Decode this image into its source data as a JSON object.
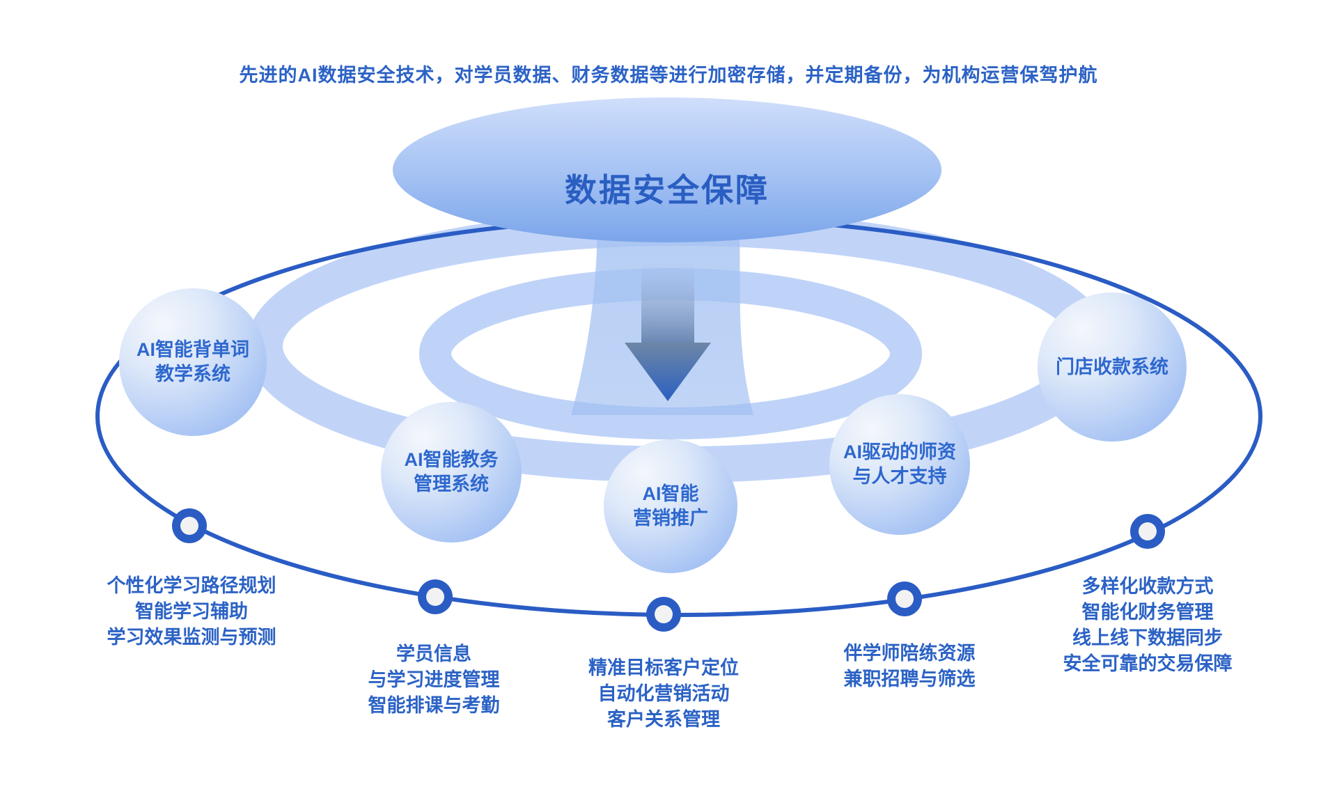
{
  "page": {
    "subtitle": "先进的AI数据安全技术，对学员数据、财务数据等进行加密存储，并定期备份，为机构运营保驾护航",
    "center_title": "数据安全保障"
  },
  "colors": {
    "text_blue": "#2b62c5",
    "orbit": "#2a5cc4",
    "marker_inner": "#f2f2f2",
    "ring_light": "#bed2f8",
    "hub_top": "#cfdefb",
    "hub_bottom": "#7ba5ea",
    "arrow_tip": "#2b5fc0"
  },
  "nodes": [
    {
      "id": "vocab-teaching",
      "label_lines": [
        "AI智能背单词",
        "教学系统"
      ],
      "features": [
        "个性化学习路径规划",
        "智能学习辅助",
        "学习效果监测与预测"
      ]
    },
    {
      "id": "academic-admin",
      "label_lines": [
        "AI智能教务",
        "管理系统"
      ],
      "features": [
        "学员信息",
        "与学习进度管理",
        "智能排课与考勤"
      ]
    },
    {
      "id": "marketing",
      "label_lines": [
        "AI智能",
        "营销推广"
      ],
      "features": [
        "精准目标客户定位",
        "自动化营销活动",
        "客户关系管理"
      ]
    },
    {
      "id": "teacher-talent",
      "label_lines": [
        "AI驱动的师资",
        "与人才支持"
      ],
      "features": [
        "伴学师陪练资源",
        "兼职招聘与筛选"
      ]
    },
    {
      "id": "store-payment",
      "label_lines": [
        "门店收款系统"
      ],
      "features": [
        "多样化收款方式",
        "智能化财务管理",
        "线上线下数据同步",
        "安全可靠的交易保障"
      ]
    }
  ]
}
